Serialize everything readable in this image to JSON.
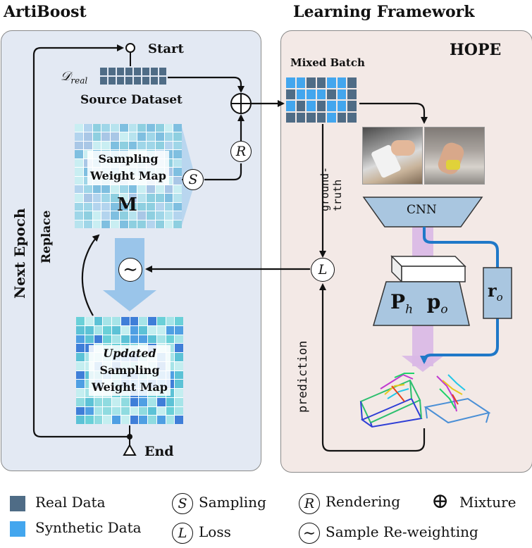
{
  "colors": {
    "left_panel_bg": "#e3e9f3",
    "right_panel_bg": "#f3e9e6",
    "real_data": "#4f6c86",
    "synthetic_data": "#43a6ee",
    "cnn_fill": "#a9c6e0",
    "flow_arrow": "#9ac5ea",
    "blue_line": "#1f78c8",
    "purple_band": "#d9b8e6"
  },
  "left_panel": {
    "title": "ArtiBoost",
    "start_label": "Start",
    "d_real_label": "𝒟",
    "d_real_sub": "real",
    "source_dataset_label": "Source Dataset",
    "sampling_map_line1": "Sampling",
    "sampling_map_line2": "Weight Map",
    "sampling_map_symbol": "M",
    "updated_line1": "Updated",
    "updated_line2": "Sampling",
    "updated_line3": "Weight Map",
    "replace_label": "Replace",
    "next_epoch_label": "Next Epoch",
    "end_label": "End",
    "sampling_symbol": "S",
    "rendering_symbol": "R",
    "mixture_symbol": "⊕",
    "reweight_symbol": "∼"
  },
  "right_panel": {
    "title": "Learning Framework",
    "hope_label": "HOPE",
    "mixed_batch_label": "Mixed Batch",
    "ground_truth_label": "ground-\ntruth",
    "cnn_label": "CNN",
    "ro_main": "r",
    "ro_sub": "o",
    "ph_main": "P",
    "ph_sub": "h",
    "po_main": "p",
    "po_sub": "o",
    "prediction_label": "prediction",
    "loss_symbol": "L"
  },
  "legend": {
    "real_data": "Real Data",
    "synthetic_data": "Synthetic Data",
    "sampling_symbol": "S",
    "sampling": "Sampling",
    "loss_symbol": "L",
    "loss": "Loss",
    "rendering_symbol": "R",
    "rendering": "Rendering",
    "mixture_symbol": "⊕",
    "mixture": "Mixture",
    "reweight_symbol": "∼",
    "reweighting": "Sample Re-weighting"
  }
}
